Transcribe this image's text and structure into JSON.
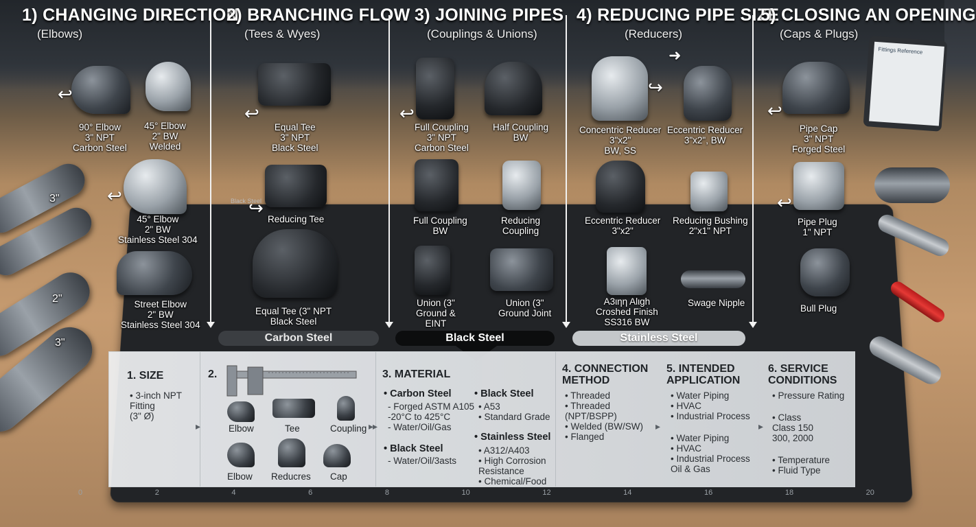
{
  "columns": [
    {
      "title": "1) CHANGING DIRECTION",
      "subtitle": "(Elbows)"
    },
    {
      "title": "2) BRANCHING FLOW",
      "subtitle": "(Tees & Wyes)"
    },
    {
      "title": "3) JOINING PIPES",
      "subtitle": "(Couplings & Unions)"
    },
    {
      "title": "4) REDUCING PIPE SIZE",
      "subtitle": "(Reducers)"
    },
    {
      "title": "5) CLOSING AN OPENING",
      "subtitle": "(Caps & Plugs)"
    }
  ],
  "fittings": {
    "elbow90": "90° Elbow\n3\" NPT\nCarbon Steel",
    "elbow45bw": "45° Elbow\n2\" BW\nWelded",
    "elbow45ss": "45° Elbow\n2\" BW\nStainless Steel 304",
    "street_elbow": "Street Elbow\n2\" BW\nStainless Steel 304",
    "equal_tee": "Equal Tee\n3\" NPT\nBlack Steel",
    "reducing_tee": "Reducing Tee",
    "equal_tee_wye": "Equal Tee (3\" NPT\nBlack Steel",
    "full_coupling_npt": "Full Coupling\n3\" NPT\nCarbon Steel",
    "half_coupling": "Half Coupling\nBW",
    "full_coupling_bw": "Full Coupling\nBW",
    "reducing_coupling": "Reducing\nCoupling",
    "union_ground": "Union (3\"\nGround &\nEINT",
    "union_joint": "Union (3\"\nGround Joint",
    "concentric_reducer": "Concentric Reducer\n3\"x2\"\nBW, SS",
    "eccentric_reducer_bw": "Eccentric Reducer\n3\"x2\", BW",
    "eccentric_reducer": "Eccentric Reducer\n3\"x2\"",
    "reducing_bushing": "Reducing Bushing\n2\"x1\" NPT",
    "a3_finish": "A3ιηη Αlιgh\nCroshed Finish\nSS316 BW",
    "swage_nipple": "Swage Nipple",
    "pipe_cap": "Pipe Cap\n3\" NPT\nForged Steel",
    "pipe_plug": "Pipe Plug\n1\" NPT",
    "bull_plug": "Bull Plug"
  },
  "pipe_marks": [
    "3\"",
    "2\"",
    "3\""
  ],
  "mat_label": "Black Steel",
  "mat_ruler": [
    "0",
    "2",
    "4",
    "6",
    "8",
    "10",
    "12",
    "14",
    "16",
    "18"
  ],
  "mat_ruler_right": [
    "18",
    "20"
  ],
  "materials_bar": {
    "carbon": "Carbon Steel",
    "black": "Black Steel",
    "stainless": "Stainless Steel"
  },
  "tablet_title": "Fittings Reference",
  "panel": {
    "size": {
      "heading": "1. SIZE",
      "items": [
        "• 3-inch NPT\n  Fitting\n  (3\" Ø)"
      ]
    },
    "types": {
      "heading": "2.",
      "labels": [
        "Elbow",
        "Tee",
        "Coupling",
        "Elbow",
        "Reducres",
        "Cap"
      ]
    },
    "material": {
      "heading": "3. MATERIAL",
      "carbon": "• Carbon Steel",
      "carbon_items": "- Forged ASTM A105\n  -20°C to 425°C\n- Water/Oil/Gas",
      "black": "• Black Steel",
      "black_items": "- Water/Oil/3asts",
      "black2": "• Black Steel",
      "black2_items": "• A53\n• Standard Grade",
      "stainless": "• Stainless Steel",
      "stainless_items": "• A312/A403\n• High Corrosion\n  Resistance\n• Chemical/Food"
    },
    "connection": {
      "heading": "4. CONNECTION\n    METHOD",
      "items": "• Threaded\n• Threaded (NPT/BSPP)\n• Welded (BW/SW)\n• Flanged"
    },
    "application": {
      "heading": "5. INTENDED\n    APPLICATION",
      "items1": "• Water Piping\n• HVAC\n• Industrial Process",
      "items2": "• Water Piping\n• HVAC\n• Industrial Process\n  Oil & Gas"
    },
    "service": {
      "heading": "6. SERVICE\n    CONDITIONS",
      "items1": "• Pressure Rating",
      "items2": "• Class\n  Class 150\n  300, 2000",
      "items3": "• Temperature\n• Fluid Type"
    }
  }
}
